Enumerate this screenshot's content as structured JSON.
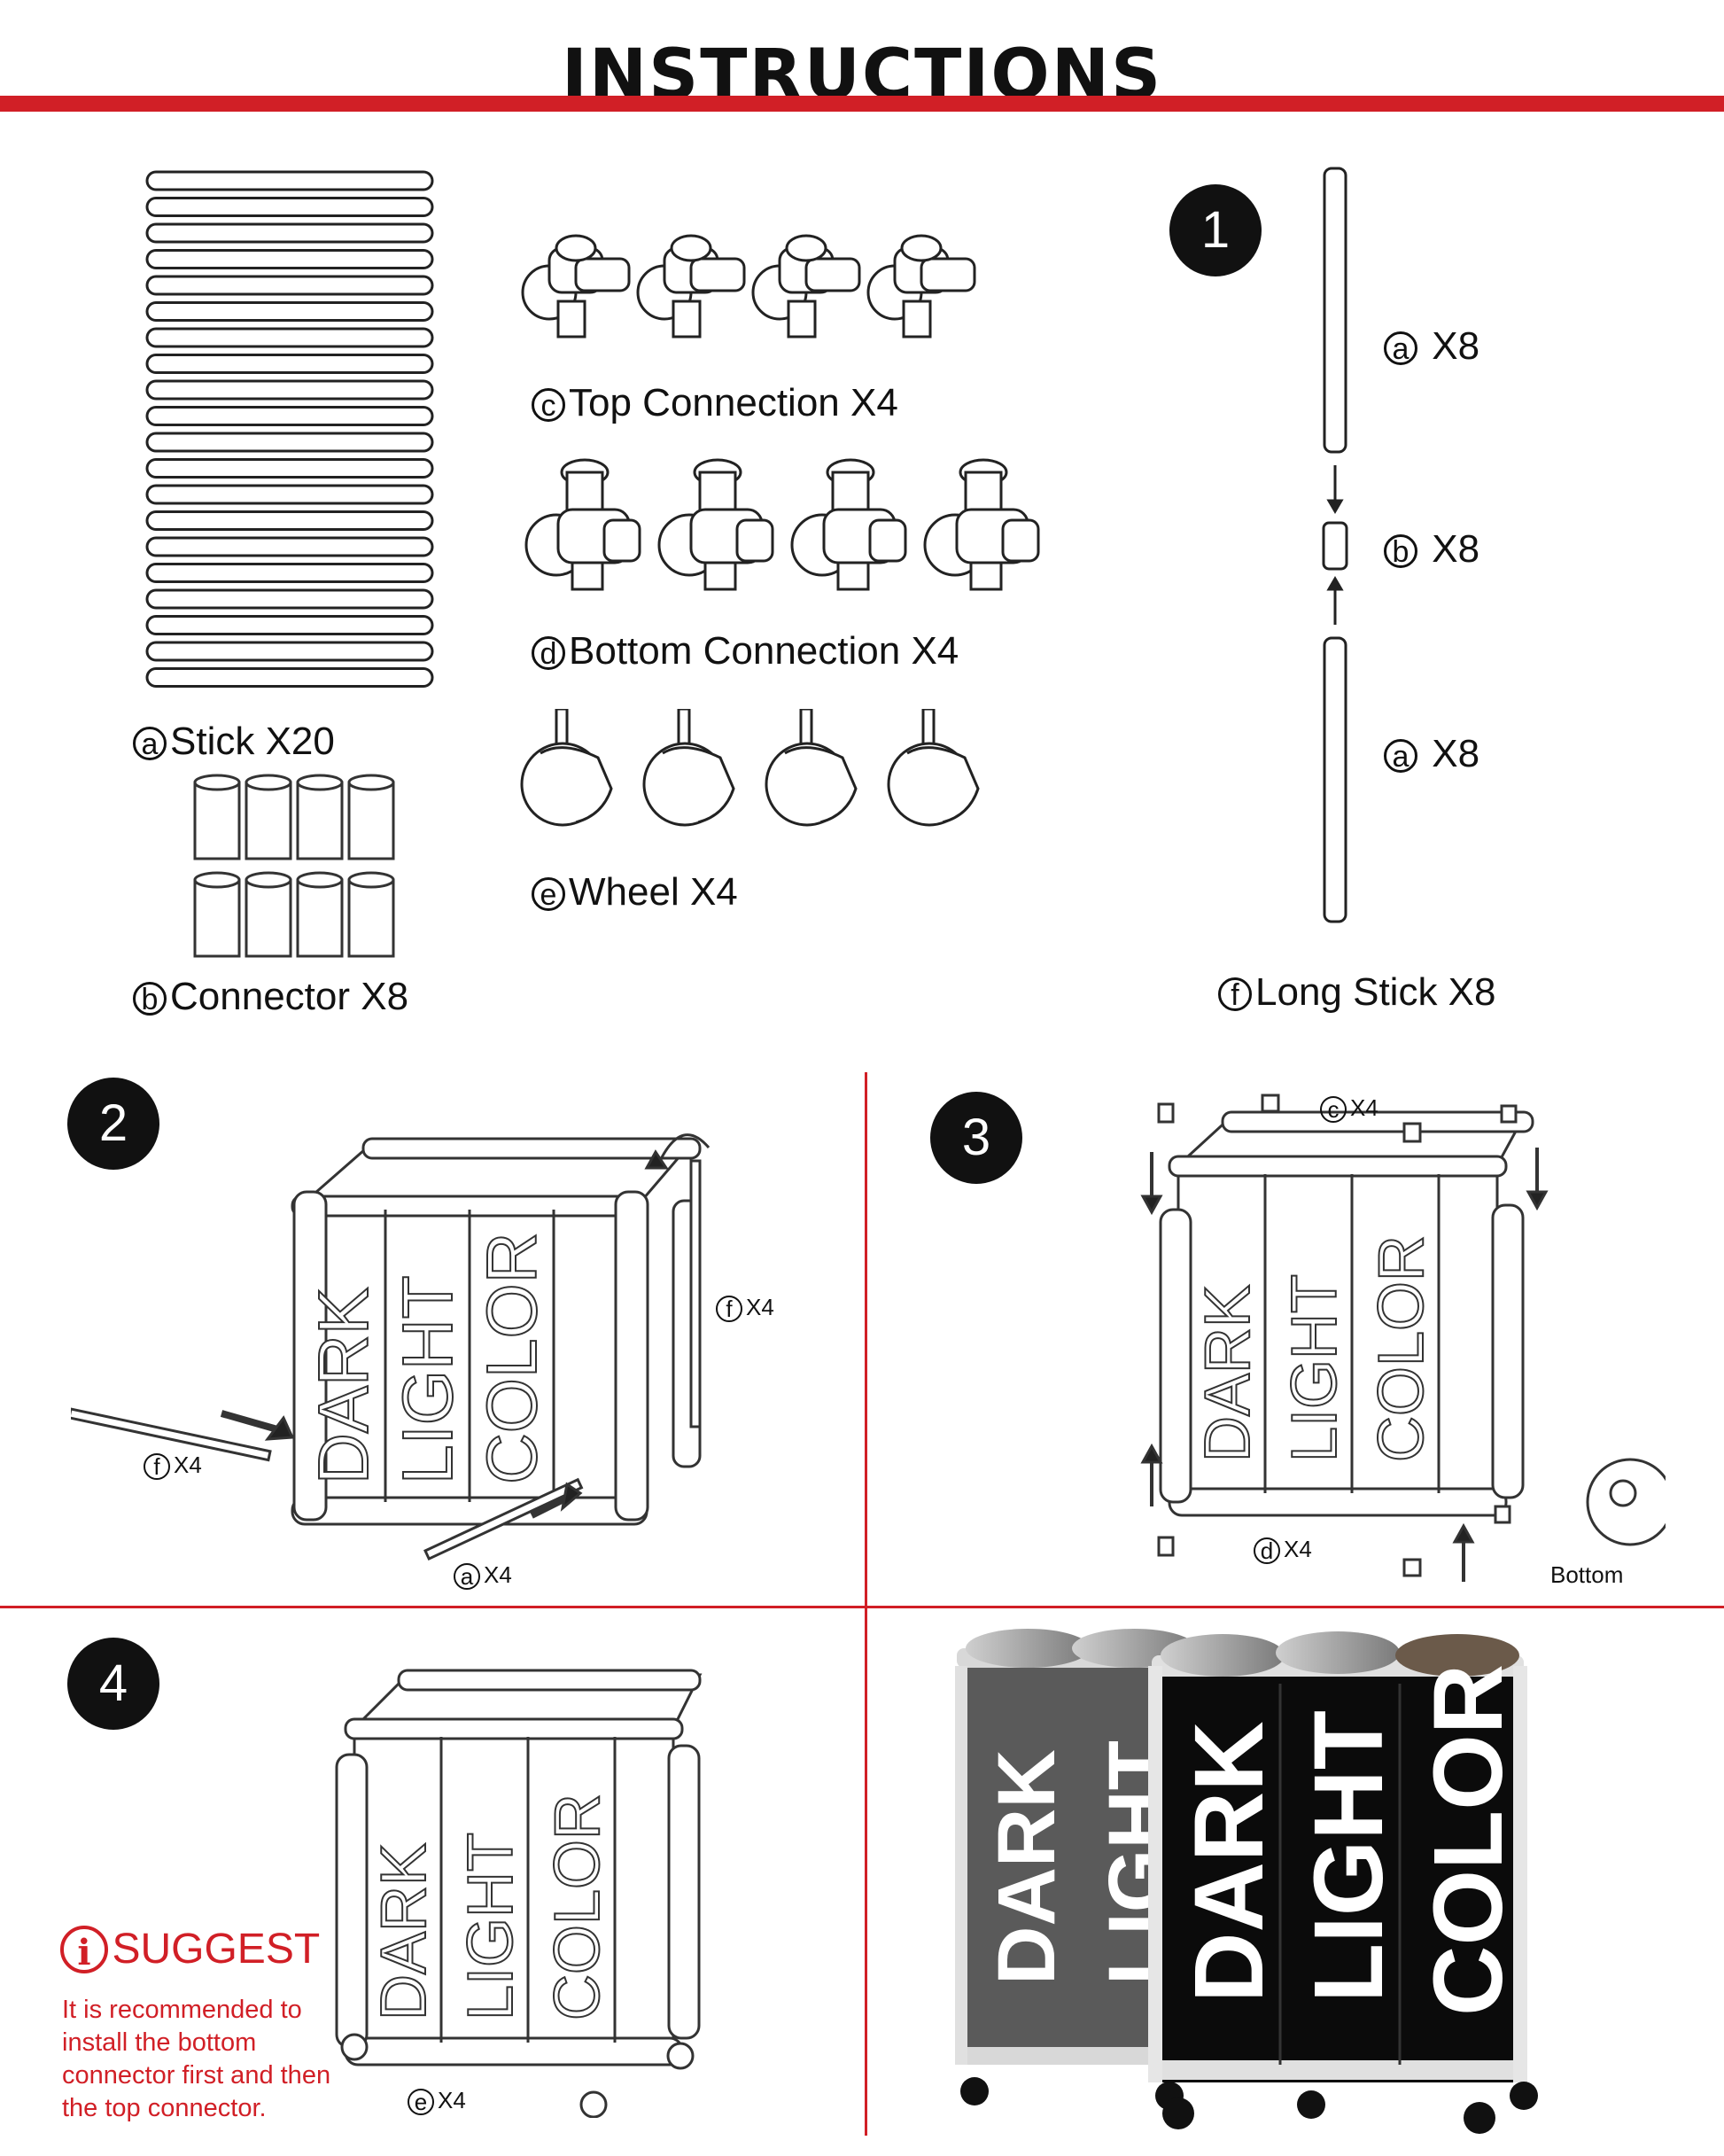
{
  "header": {
    "title": "INSTRUCTIONS"
  },
  "parts": {
    "stick": {
      "letter": "a",
      "text": "Stick X20"
    },
    "connector": {
      "letter": "b",
      "text": "Connector X8"
    },
    "top": {
      "letter": "c",
      "text": "Top Connection X4"
    },
    "bottom": {
      "letter": "d",
      "text": "Bottom Connection X4"
    },
    "wheel": {
      "letter": "e",
      "text": "Wheel X4"
    },
    "long": {
      "letter": "f",
      "text": "Long Stick X8"
    }
  },
  "step1": {
    "number": "1",
    "a_top": "X8",
    "b": "X8",
    "a_bottom": "X8",
    "a_letter": "a",
    "b_letter": "b"
  },
  "step2": {
    "number": "2",
    "f_right": "X4",
    "f_left": "X4",
    "a_bottom": "X4"
  },
  "step3": {
    "number": "3",
    "c_top": "X4",
    "d_bottom": "X4",
    "bottom_label": "Bottom"
  },
  "step4": {
    "number": "4",
    "e_wheels": "X4"
  },
  "suggest": {
    "title": "SUGGEST",
    "body": "It is recommended to install the bottom connector first and then the top connector."
  },
  "bag_labels": {
    "dark": "DARK",
    "light": "LIGHT",
    "color": "COLOR"
  },
  "colors": {
    "accent": "#d11f26",
    "bag_black": "#0b0b0b",
    "bag_grey": "#5a5a5a"
  }
}
